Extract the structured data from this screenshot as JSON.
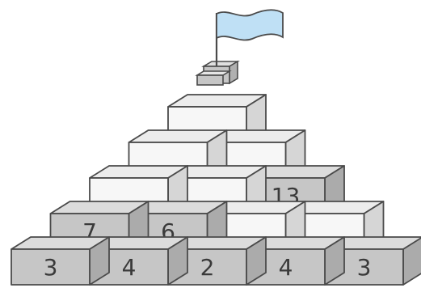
{
  "pyramid": {
    "rows": [
      {
        "level": 1,
        "bricks": [
          {
            "value": "3",
            "shade": "gray"
          },
          {
            "value": "4",
            "shade": "gray"
          },
          {
            "value": "2",
            "shade": "gray"
          },
          {
            "value": "4",
            "shade": "gray"
          },
          {
            "value": "3",
            "shade": "gray"
          }
        ]
      },
      {
        "level": 2,
        "bricks": [
          {
            "value": "7",
            "shade": "gray"
          },
          {
            "value": "6",
            "shade": "gray"
          },
          {
            "value": "",
            "shade": "white"
          },
          {
            "value": "",
            "shade": "white"
          }
        ]
      },
      {
        "level": 3,
        "bricks": [
          {
            "value": "",
            "shade": "white"
          },
          {
            "value": "",
            "shade": "white"
          },
          {
            "value": "13",
            "shade": "gray"
          }
        ]
      },
      {
        "level": 4,
        "bricks": [
          {
            "value": "",
            "shade": "white"
          },
          {
            "value": "",
            "shade": "white"
          }
        ]
      },
      {
        "level": 5,
        "bricks": [
          {
            "value": "",
            "shade": "white"
          }
        ]
      }
    ]
  },
  "colors": {
    "gray_front": "#c6c6c6",
    "gray_top": "#dcdcdc",
    "gray_side": "#ababab",
    "white_front": "#f7f7f7",
    "white_top": "#ececec",
    "white_side": "#d6d6d6",
    "outline": "#4a4a4a",
    "flag": "#bfe0f5"
  },
  "icons": {
    "flag": "flag-icon"
  }
}
